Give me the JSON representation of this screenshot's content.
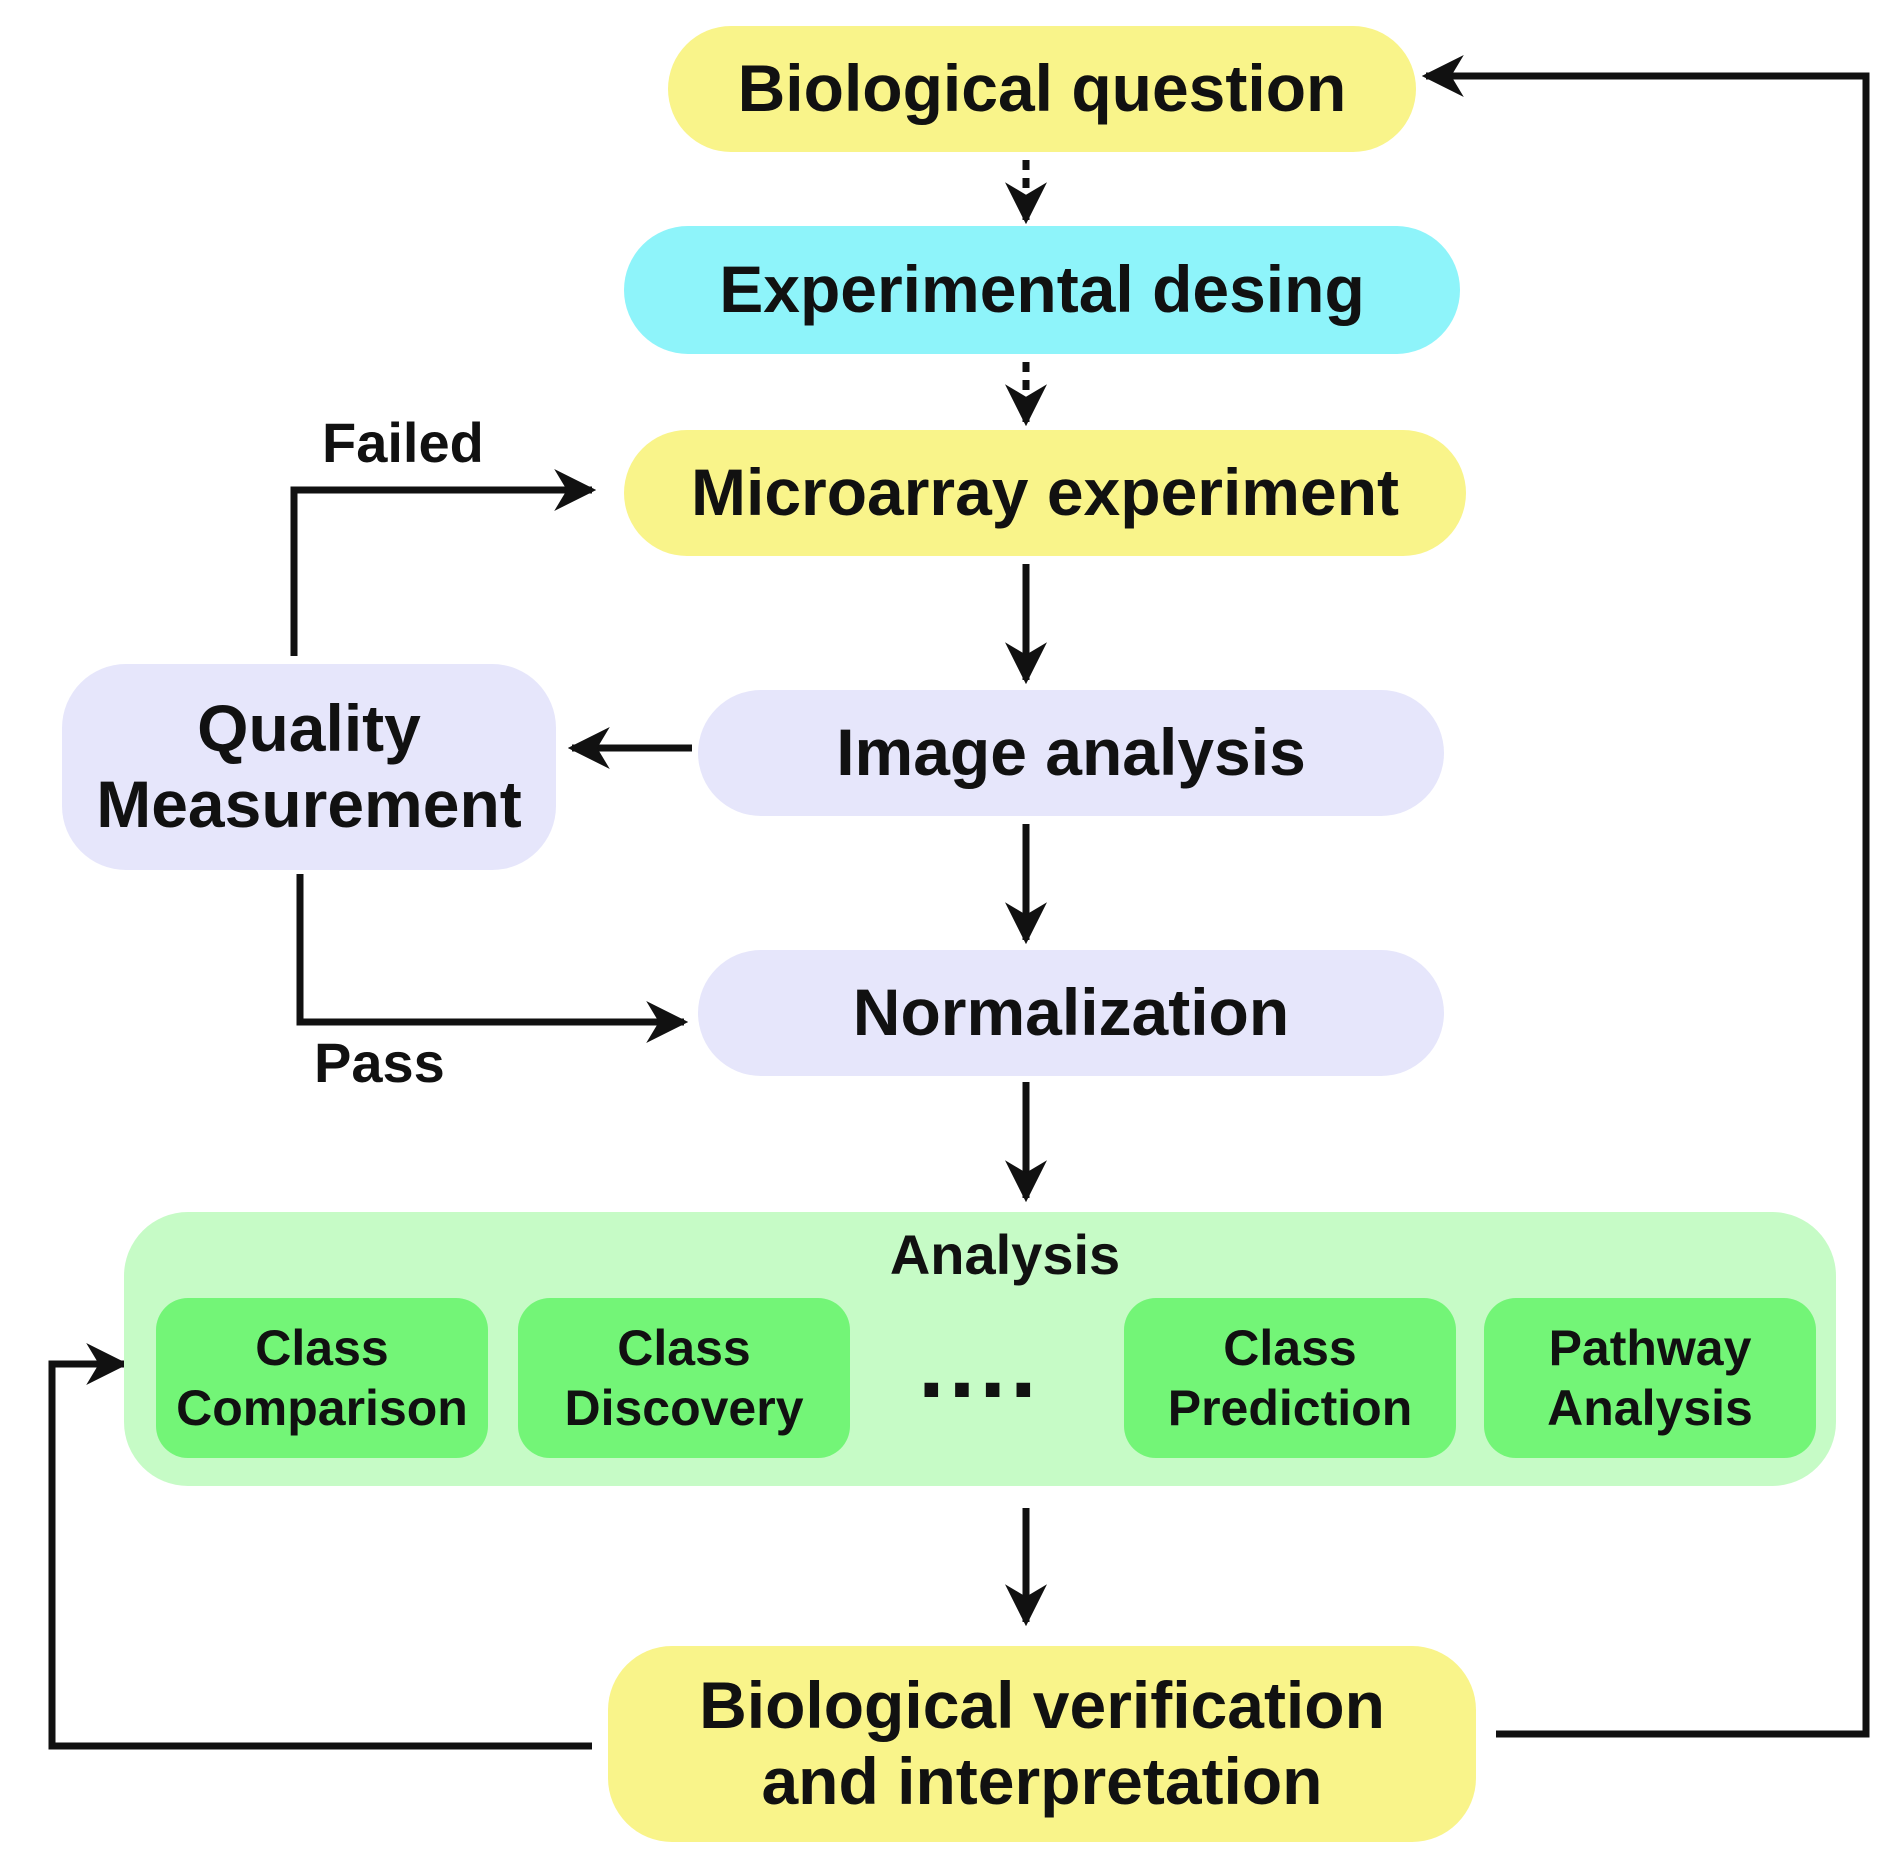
{
  "nodes": {
    "biological_question": "Biological question",
    "experimental_design": "Experimental desing",
    "microarray_experiment": "Microarray experiment",
    "image_analysis": "Image analysis",
    "quality_measurement": [
      "Quality",
      "Measurement"
    ],
    "normalization": "Normalization",
    "biological_verification": [
      "Biological verification",
      "and interpretation"
    ]
  },
  "analysis": {
    "title": "Analysis",
    "methods": [
      [
        "Class",
        "Comparison"
      ],
      [
        "Class",
        "Discovery"
      ],
      [
        "Class",
        "Prediction"
      ],
      [
        "Pathway",
        "Analysis"
      ]
    ],
    "ellipsis": "...."
  },
  "edge_labels": {
    "failed": "Failed",
    "pass": "Pass"
  },
  "colors": {
    "yellow": "#f9f48a",
    "cyan": "#8ef4fa",
    "lavender": "#e6e6fb",
    "analysis_bg": "#c6fbc6",
    "method_bg": "#73f577"
  }
}
